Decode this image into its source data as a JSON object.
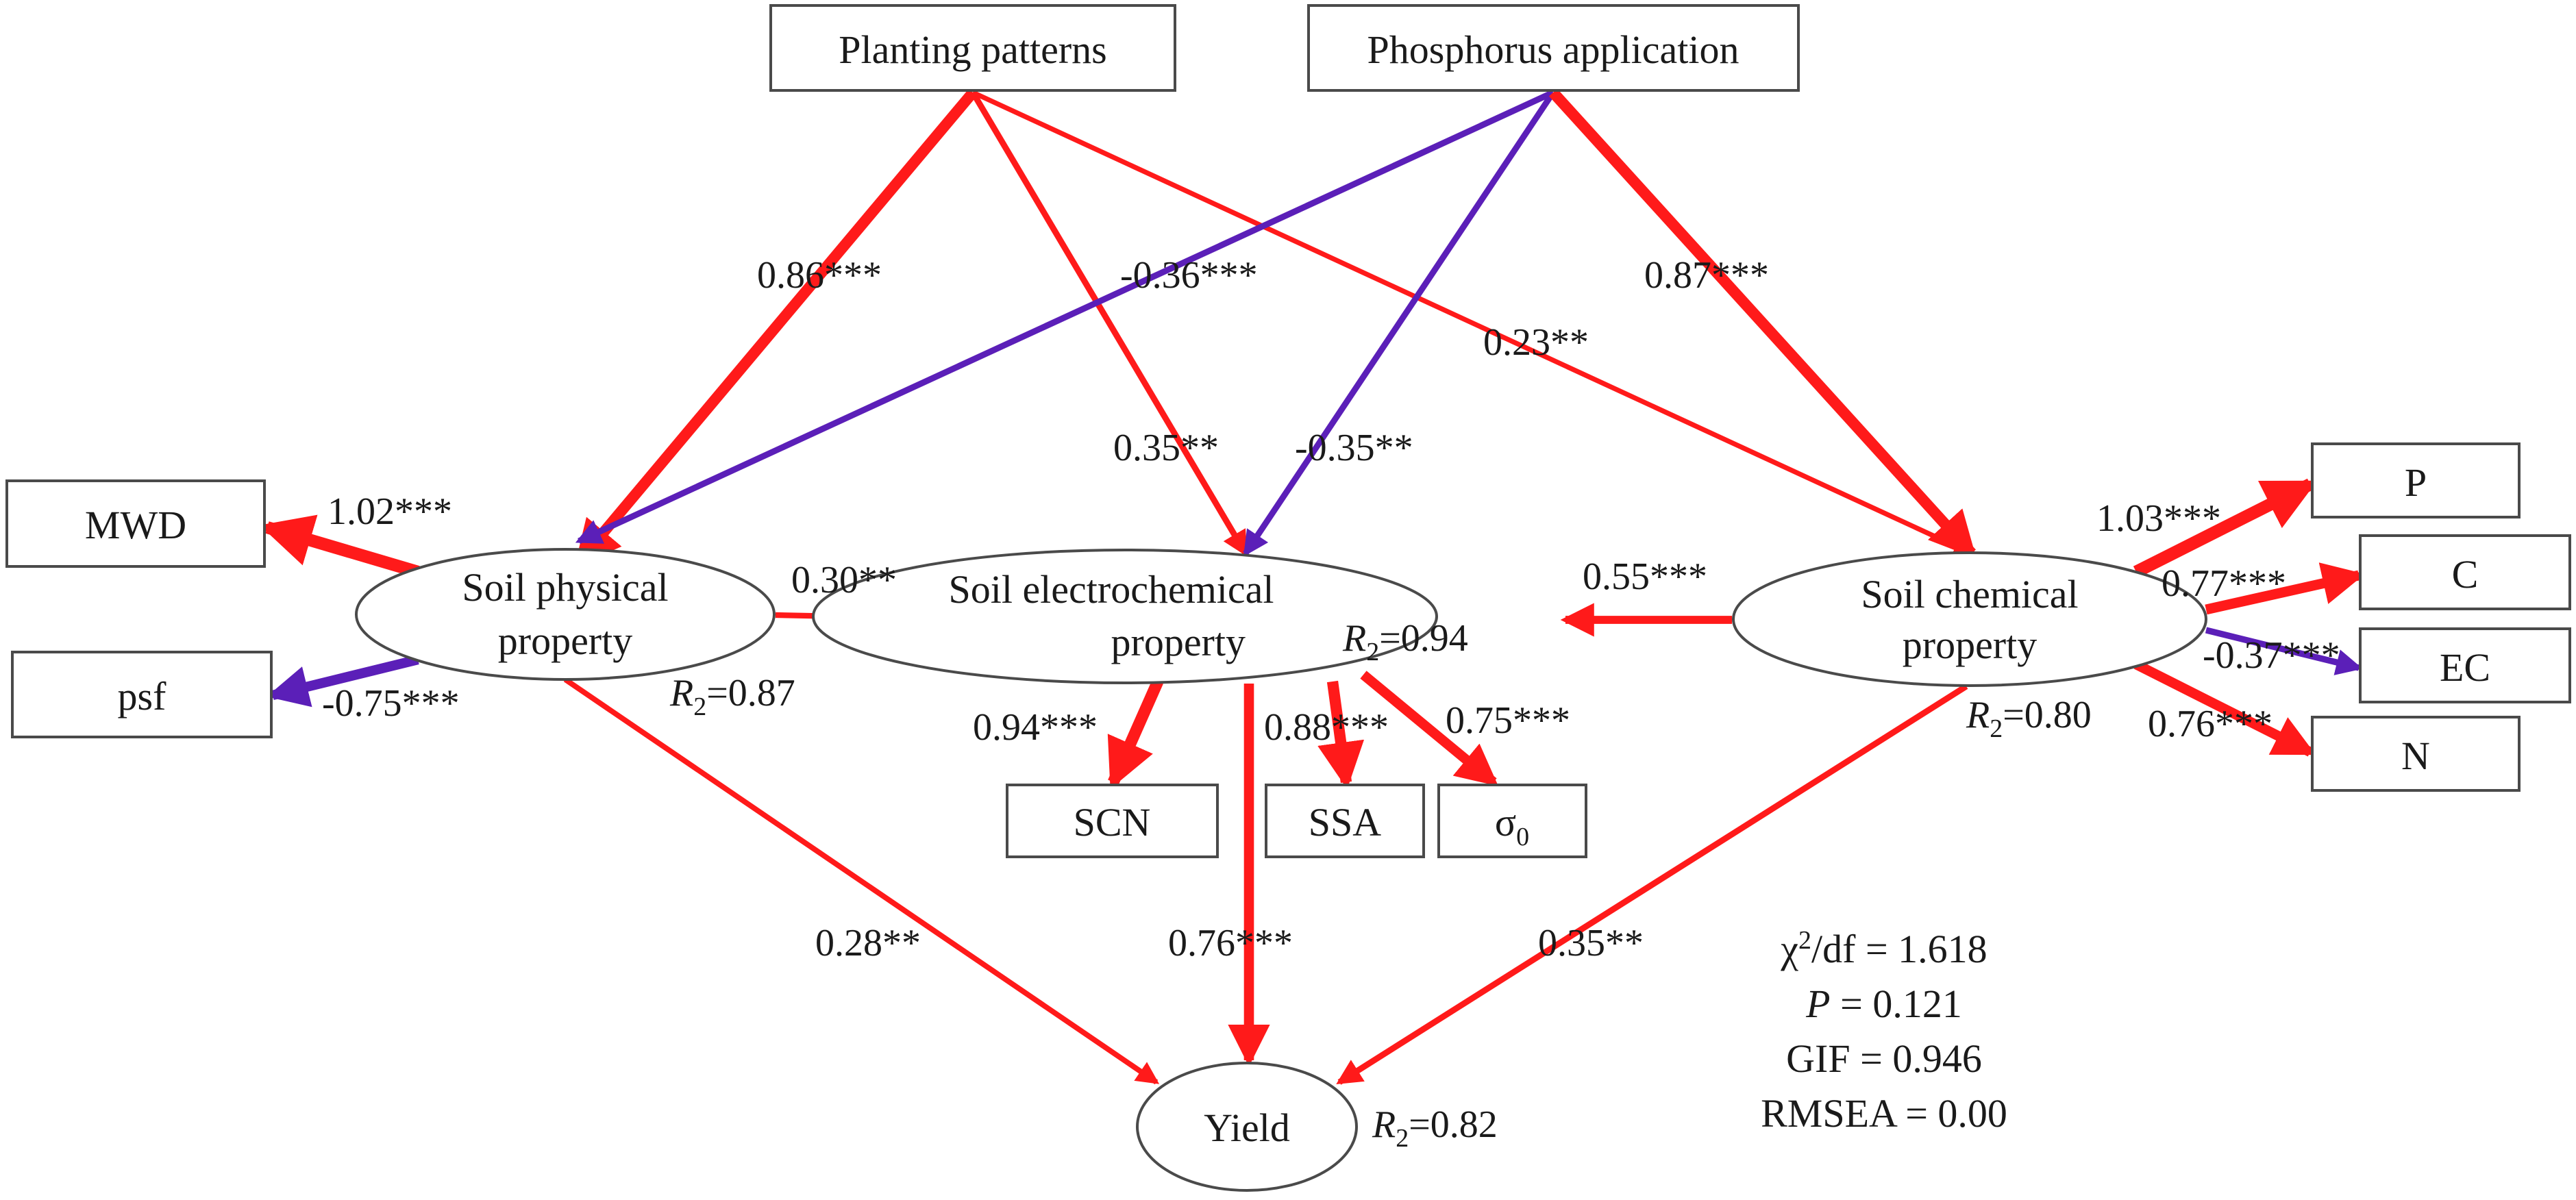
{
  "colors": {
    "positive": "#ff1a1a",
    "negative": "#5b1fb8",
    "border": "#4a4a4a",
    "text": "#1a1a1a"
  },
  "nodes": {
    "planting": {
      "label": "Planting patterns"
    },
    "phosphorus": {
      "label": "Phosphorus application"
    },
    "physical": {
      "line1": "Soil physical",
      "line2": "property",
      "r2_label": "=0.87"
    },
    "electro": {
      "line1": "Soil electrochemical",
      "line2": "property",
      "r2_label": "=0.94"
    },
    "chemical": {
      "line1": "Soil chemical",
      "line2": "property",
      "r2_label": "=0.80"
    },
    "yield": {
      "label": "Yield",
      "r2_label": "=0.82"
    },
    "mwd": {
      "label": "MWD"
    },
    "psf": {
      "label": "psf"
    },
    "scn": {
      "label": "SCN"
    },
    "ssa": {
      "label": "SSA"
    },
    "sigma": {
      "label": "σ",
      "sub": "0"
    },
    "p": {
      "label": "P"
    },
    "c": {
      "label": "C"
    },
    "ec": {
      "label": "EC"
    },
    "n": {
      "label": "N"
    }
  },
  "r2_symbol": "R",
  "r2_sub": "2",
  "paths": [
    {
      "id": "planting-physical",
      "coef": "0.86***",
      "sign": "positive",
      "weight": 0.86
    },
    {
      "id": "planting-electro",
      "coef": "0.35**",
      "sign": "positive",
      "weight": 0.35
    },
    {
      "id": "planting-chemical",
      "coef": "0.23**",
      "sign": "positive",
      "weight": 0.23
    },
    {
      "id": "phosphorus-physical",
      "coef": "-0.36***",
      "sign": "negative",
      "weight": 0.36
    },
    {
      "id": "phosphorus-electro",
      "coef": "-0.35**",
      "sign": "negative",
      "weight": 0.35
    },
    {
      "id": "phosphorus-chemical",
      "coef": "0.87***",
      "sign": "positive",
      "weight": 0.87
    },
    {
      "id": "physical-electro",
      "coef": "0.30**",
      "sign": "positive",
      "weight": 0.3
    },
    {
      "id": "chemical-electro",
      "coef": "0.55***",
      "sign": "positive",
      "weight": 0.55
    },
    {
      "id": "physical-yield",
      "coef": "0.28**",
      "sign": "positive",
      "weight": 0.28
    },
    {
      "id": "electro-yield",
      "coef": "0.76***",
      "sign": "positive",
      "weight": 0.76
    },
    {
      "id": "chemical-yield",
      "coef": "0.35**",
      "sign": "positive",
      "weight": 0.35
    },
    {
      "id": "physical-mwd",
      "coef": "1.02***",
      "sign": "positive",
      "weight": 1.02
    },
    {
      "id": "physical-psf",
      "coef": "-0.75***",
      "sign": "negative",
      "weight": 0.75
    },
    {
      "id": "electro-scn",
      "coef": "0.94***",
      "sign": "positive",
      "weight": 0.94
    },
    {
      "id": "electro-ssa",
      "coef": "0.88***",
      "sign": "positive",
      "weight": 0.88
    },
    {
      "id": "electro-sigma",
      "coef": "0.75***",
      "sign": "positive",
      "weight": 0.75
    },
    {
      "id": "chemical-p",
      "coef": "1.03***",
      "sign": "positive",
      "weight": 1.03
    },
    {
      "id": "chemical-c",
      "coef": "0.77***",
      "sign": "positive",
      "weight": 0.77
    },
    {
      "id": "chemical-ec",
      "coef": "-0.37***",
      "sign": "negative",
      "weight": 0.37
    },
    {
      "id": "chemical-n",
      "coef": "0.76***",
      "sign": "positive",
      "weight": 0.76
    }
  ],
  "fit": {
    "chi_symbol": "χ",
    "chi_sup": "2",
    "chi_rest": "/df = 1.618",
    "p_symbol": "P",
    "p_rest": " = 0.121",
    "gif": "GIF = 0.946",
    "rmsea": "RMSEA = 0.00"
  }
}
